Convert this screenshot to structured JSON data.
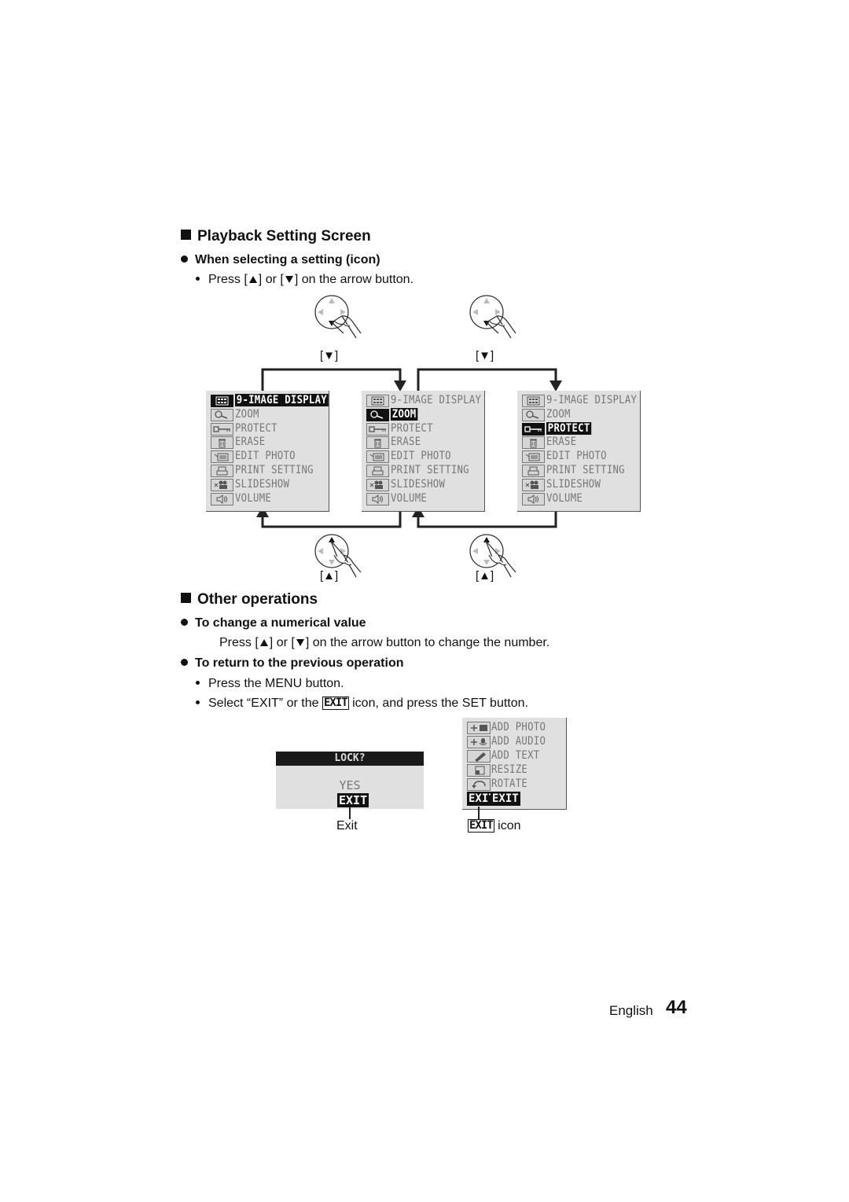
{
  "section1": {
    "title": "Playback Setting Screen",
    "subtitle": "When selecting a setting (icon)",
    "instruction_pre": "Press [",
    "instruction_mid": "] or [",
    "instruction_post": "] on the arrow button."
  },
  "arrow_labels": {
    "down": "[▼]",
    "up": "[▲]"
  },
  "menu_items": [
    "9-IMAGE DISPLAY",
    "ZOOM",
    "PROTECT",
    "ERASE",
    "EDIT PHOTO",
    "PRINT SETTING",
    "SLIDESHOW",
    "VOLUME"
  ],
  "screens": [
    {
      "selected_index": 0
    },
    {
      "selected_index": 1
    },
    {
      "selected_index": 2
    }
  ],
  "section2": {
    "title": "Other operations",
    "sub1": "To change a numerical value",
    "sub1_text_pre": "Press [",
    "sub1_text_mid": "] or [",
    "sub1_text_post": "] on the arrow button to change the number.",
    "sub2": "To return to the previous operation",
    "bullet1": "Press the MENU button.",
    "bullet2_pre": "Select “EXIT” or the",
    "bullet2_post": "icon, and press the SET button.",
    "exit_glyph": "EXIT"
  },
  "lock_screen": {
    "header": "LOCK?",
    "yes": "YES",
    "exit": "EXIT",
    "caption": "Exit"
  },
  "edit_screen": {
    "items": [
      "ADD PHOTO",
      "ADD AUDIO",
      "ADD TEXT",
      "RESIZE",
      "ROTATE"
    ],
    "exit_icon": "EXIT",
    "exit_label": "EXIT",
    "caption": "icon"
  },
  "footer": {
    "language": "English",
    "page_number": "44"
  }
}
